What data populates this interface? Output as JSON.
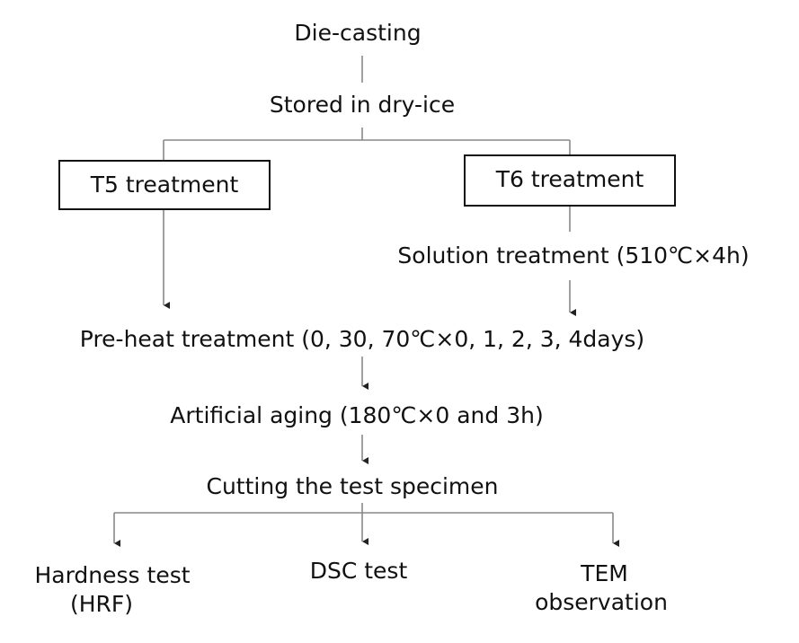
{
  "flow": {
    "die_casting": "Die-casting",
    "stored": "Stored in dry-ice",
    "t5": "T5 treatment",
    "t6": "T6 treatment",
    "solution": "Solution treatment (510℃×4h)",
    "preheat": "Pre-heat treatment (0, 30, 70℃×0, 1, 2, 3, 4days)",
    "aging": "Artificial aging (180℃×0 and 3h)",
    "cutting": "Cutting the test specimen",
    "hardness_line1": "Hardness test",
    "hardness_line2": "(HRF)",
    "dsc": "DSC test",
    "tem_line1": "TEM",
    "tem_line2": "observation"
  },
  "style": {
    "line_color": "#888888",
    "text_color": "#111111",
    "box_border_color": "#111111"
  }
}
